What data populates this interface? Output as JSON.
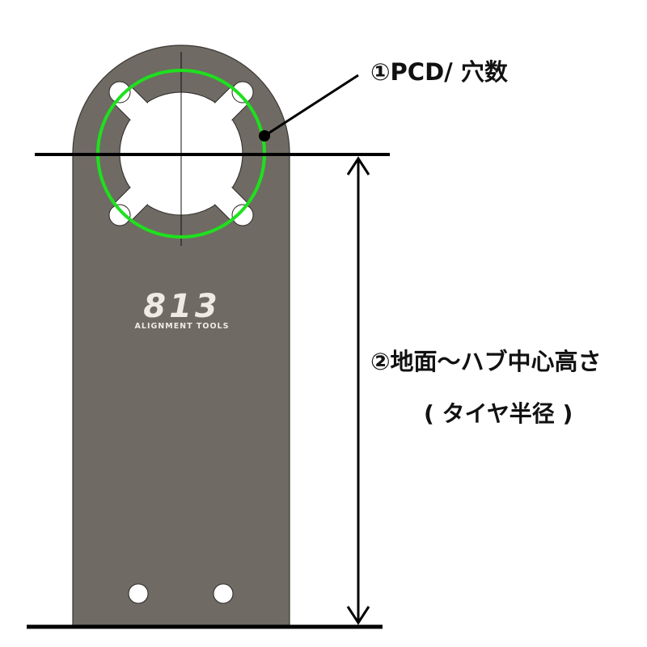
{
  "diagram": {
    "labels": {
      "pcd": "①PCD/ 穴数",
      "height_line1": "②地面〜ハブ中心高さ",
      "height_line2": "( タイヤ半径 )"
    },
    "logo": {
      "number": "813",
      "subtitle": "ALIGNMENT TOOLS"
    },
    "colors": {
      "plate": "#6f6a63",
      "pcd_circle": "#1ee01e",
      "lines": "#000000",
      "background": "#ffffff"
    }
  }
}
